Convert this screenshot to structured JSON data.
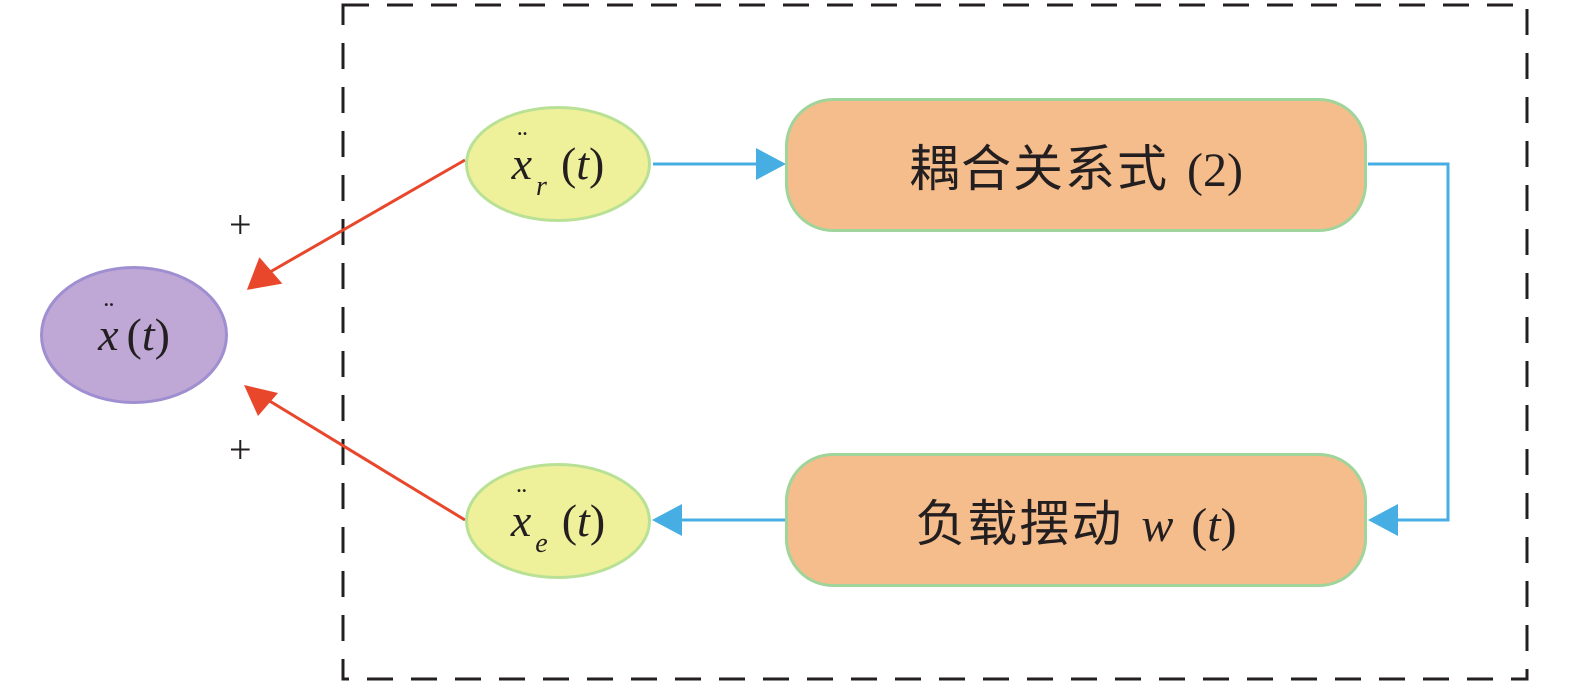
{
  "nodes": {
    "x_total": {
      "symbol": "x",
      "dots": "¨",
      "arg_open": "(",
      "arg": "t",
      "arg_close": ")"
    },
    "x_r": {
      "symbol": "x",
      "dots": "¨",
      "subscript": "r",
      "arg_open": "(",
      "arg": "t",
      "arg_close": ")"
    },
    "x_e": {
      "symbol": "x",
      "dots": "¨",
      "subscript": "e",
      "arg_open": "(",
      "arg": "t",
      "arg_close": ")"
    },
    "coupling": {
      "label": "耦合关系式",
      "ref": "(2)"
    },
    "swing": {
      "label": "负载摆动",
      "var": "w",
      "arg_open": "(",
      "arg": "t",
      "arg_close": ")"
    }
  },
  "signs": {
    "top": "+",
    "bottom": "+"
  },
  "colors": {
    "red_arrow": "#e8472b",
    "blue_arrow": "#47aee3",
    "purple_fill": "#bfa8d6",
    "yellow_fill": "#eef09a",
    "orange_fill": "#f5bd8c",
    "dashed_border": "#231f20"
  }
}
